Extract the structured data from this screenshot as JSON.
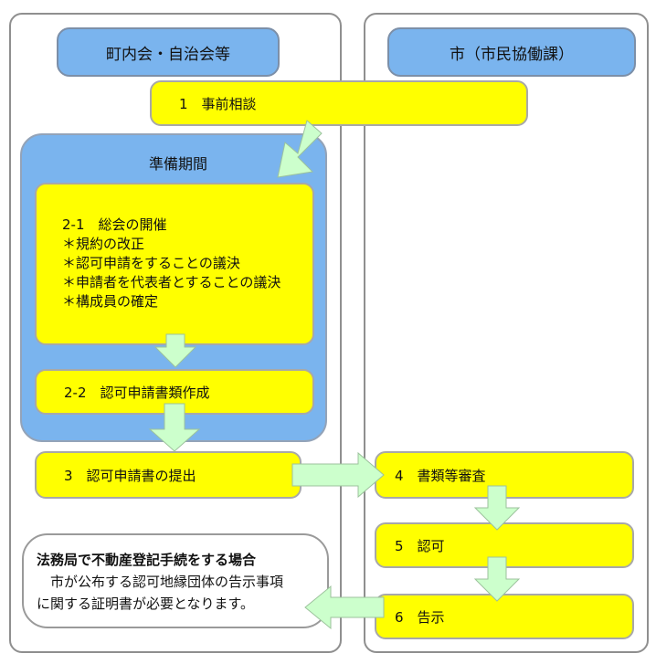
{
  "lanes": {
    "left_header": "町内会・自治会等",
    "right_header": "市（市民協働課）"
  },
  "steps": {
    "step1": "1　事前相談",
    "prep_title": "準備期間",
    "step2_1": {
      "title": "2-1　総会の開催",
      "items": [
        "＊規約の改正",
        "＊認可申請をすることの議決",
        "＊申請者を代表者とすることの議決",
        "＊構成員の確定"
      ]
    },
    "step2_2": "2-2　認可申請書類作成",
    "step3": "3　認可申請書の提出",
    "step4": "4　書類等審査",
    "step5": "5　認可",
    "step6": "6　告示"
  },
  "note": {
    "title": "法務局で不動産登記手続をする場合",
    "lines": [
      "　市が公布する認可地縁団体の告示事項",
      "に関する証明書が必要となります。"
    ]
  },
  "colors": {
    "box_fill": "#ffff00",
    "header_fill": "#7ab4ee",
    "arrow_fill": "#ccffcc"
  }
}
